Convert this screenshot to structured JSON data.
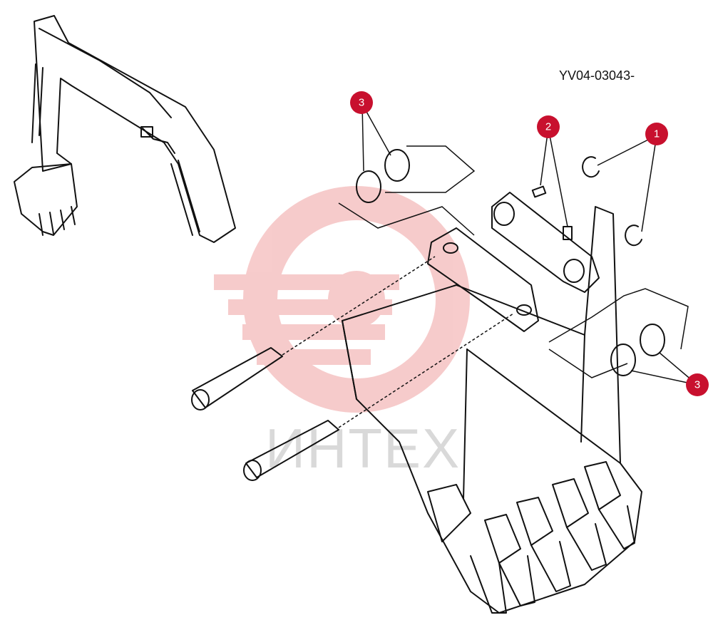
{
  "drawing_code": "YV04-03043-",
  "watermark": {
    "text": "ИНТЕХ",
    "color": "#f6c6c6"
  },
  "callout_color": "#c8102e",
  "callouts": [
    {
      "id": "callout-1",
      "label": "1"
    },
    {
      "id": "callout-2",
      "label": "2"
    },
    {
      "id": "callout-3-top",
      "label": "3"
    },
    {
      "id": "callout-3-right",
      "label": "3"
    }
  ]
}
